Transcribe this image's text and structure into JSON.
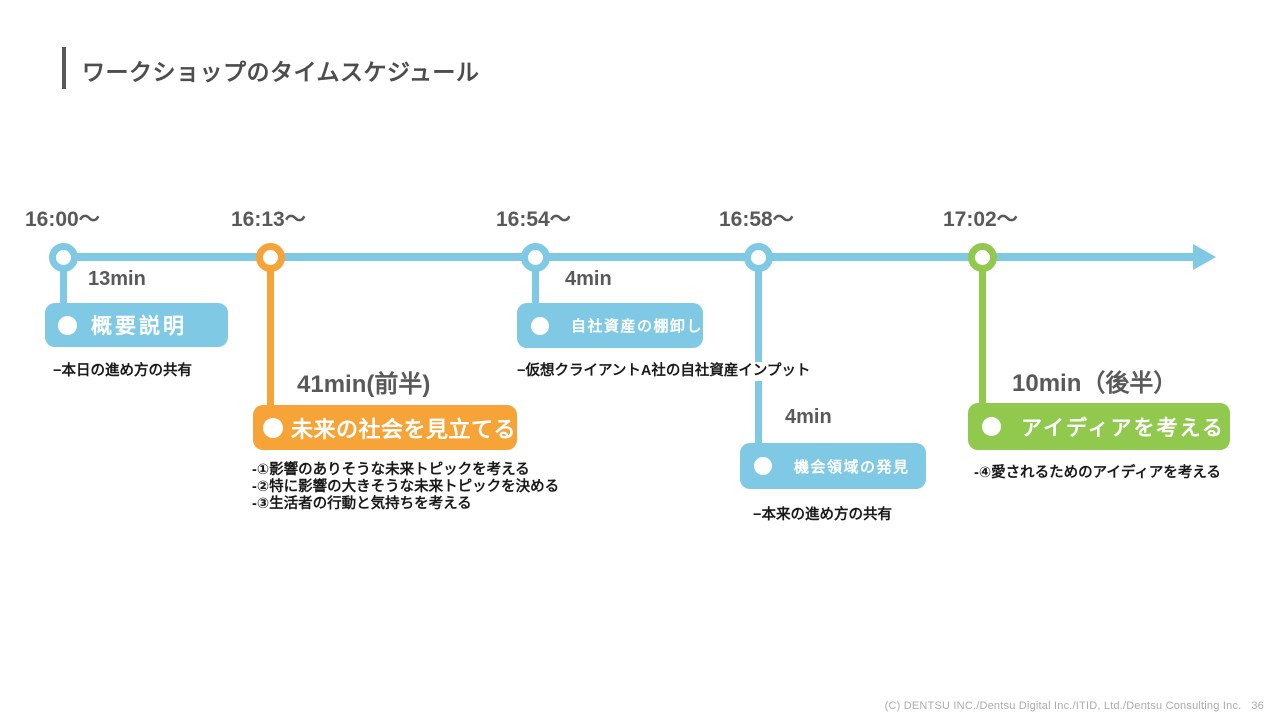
{
  "slide": {
    "title": "ワークショップのタイムスケジュール"
  },
  "colors": {
    "timeline_blue": "#7fc9e4",
    "accent_orange": "#f6a338",
    "accent_green": "#90c94e",
    "heading_gray": "#595959",
    "note_black": "#1a1a1a",
    "footer_gray": "#acacac"
  },
  "milestones": [
    {
      "time": "16:00〜",
      "duration": "13min",
      "label": "概要説明",
      "note": "−本日の進め方の共有"
    },
    {
      "time": "16:13〜",
      "duration": "41min(前半)",
      "label": "未来の社会を見立てる",
      "notes": [
        "-①影響のありそうな未来トピックを考える",
        "-②特に影響の大きそうな未来トピックを決める",
        "-③生活者の行動と気持ちを考える"
      ]
    },
    {
      "time": "16:54〜",
      "duration": "4min",
      "label": "自社資産の棚卸し",
      "note": "−仮想クライアントA社の自社資産インプット"
    },
    {
      "time": "16:58〜",
      "duration": "4min",
      "label": "機会領域の発見",
      "note": "−本来の進め方の共有"
    },
    {
      "time": "17:02〜",
      "duration": "10min（後半）",
      "label": "アイディアを考える",
      "note": "-④愛されるためのアイディアを考える"
    }
  ],
  "footer": {
    "copyright": "(C) DENTSU INC./Dentsu Digital Inc./ITID, Ltd./Dentsu Consulting Inc.",
    "page": "36"
  }
}
